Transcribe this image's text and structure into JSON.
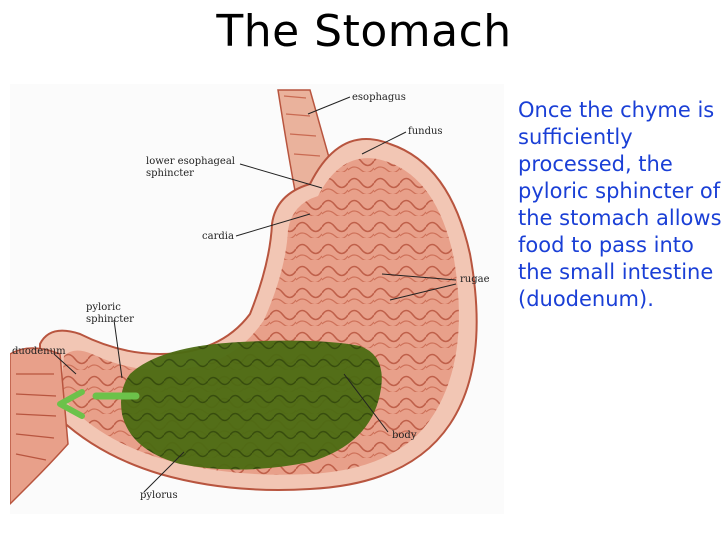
{
  "slide": {
    "title": "The Stomach",
    "caption": "Once the chyme is sufficiently processed, the pyloric sphincter of the stomach allows food to pass into the small intestine (duodenum)."
  },
  "diagram": {
    "labels": {
      "esophagus": "esophagus",
      "fundus": "fundus",
      "lower_esophageal_1": "lower esophageal",
      "lower_esophageal_2": "sphincter",
      "cardia": "cardia",
      "rugae": "rugae",
      "pyloric_1": "pyloric",
      "pyloric_2": "sphincter",
      "duodenum": "duodenum",
      "body": "body",
      "pylorus": "pylorus"
    },
    "colors": {
      "tissue": "#e8a08a",
      "tissue_dark": "#b8553f",
      "outer_wall": "#f2c6b4",
      "chyme": "#4b6b12",
      "chyme_dark": "#2f4a08",
      "arrow": "#6cc24a"
    }
  }
}
